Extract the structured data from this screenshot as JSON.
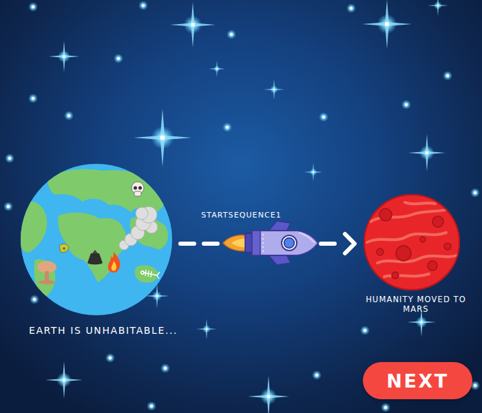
{
  "diagram": {
    "nodes": [
      {
        "text": [
          "EARTH IS UNHABITABLE..."
        ]
      },
      {
        "text": [
          "HUMANITY MOVED TO MARS"
        ]
      },
      {
        "text": [
          "NEXT"
        ]
      }
    ],
    "edges": [
      {
        "from": 0,
        "to": 1,
        "arrow": "to",
        "label": "STARTSEQUENCE1"
      }
    ]
  }
}
